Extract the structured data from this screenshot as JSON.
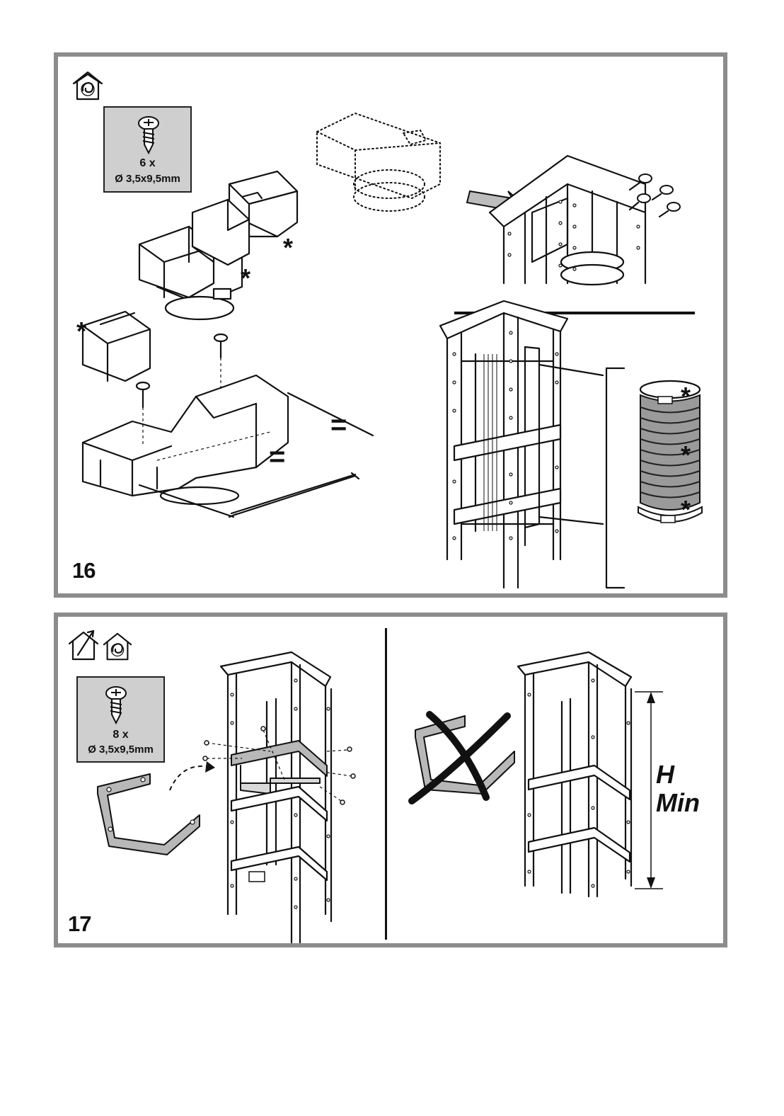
{
  "step16": {
    "number": "16",
    "screws": {
      "quantity": "6 x",
      "size": "Ø 3,5x9,5mm"
    },
    "asterisk": "*",
    "equals": "=",
    "icons": [
      "recirculation-house-icon"
    ]
  },
  "step17": {
    "number": "17",
    "screws": {
      "quantity": "8 x",
      "size": "Ø 3,5x9,5mm"
    },
    "height_label_h": "H",
    "height_label_min": "Min",
    "icons": [
      "extraction-house-icon",
      "recirculation-house-icon"
    ]
  },
  "colors": {
    "frame": "#8c8c8c",
    "screw_box": "#cfcfcf",
    "bracket": "#b8b8b8"
  }
}
